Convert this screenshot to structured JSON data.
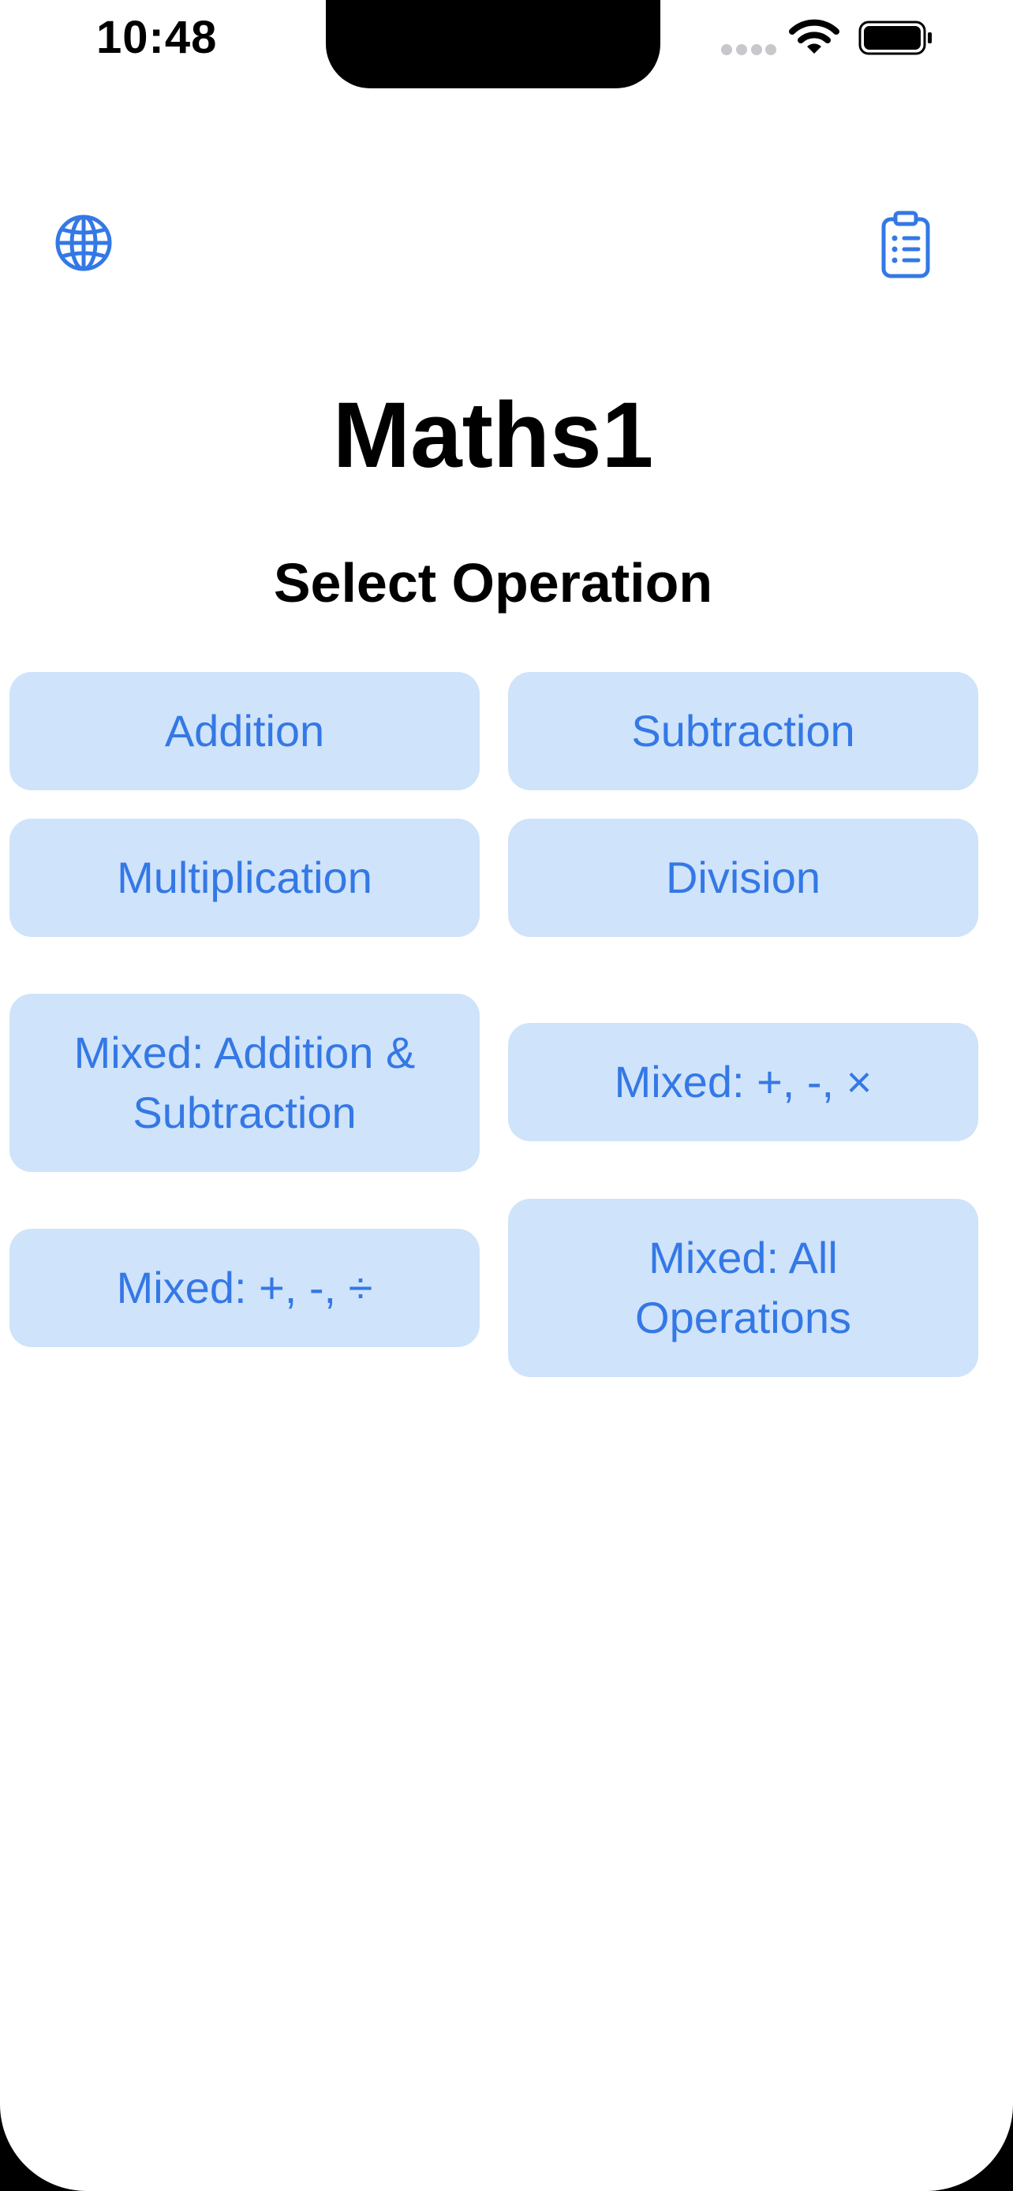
{
  "status_bar": {
    "time": "10:48"
  },
  "nav": {
    "language_icon": "globe-icon",
    "history_icon": "clipboard-list-icon"
  },
  "header": {
    "title": "Maths1",
    "subtitle": "Select Operation"
  },
  "operations": [
    {
      "label": "Addition"
    },
    {
      "label": "Subtraction"
    },
    {
      "label": "Multiplication"
    },
    {
      "label": "Division"
    },
    {
      "label": "Mixed: Addition & Subtraction"
    },
    {
      "label": "Mixed: +, -, ×"
    },
    {
      "label": "Mixed: +, -, ÷"
    },
    {
      "label": "Mixed: All Operations"
    }
  ],
  "colors": {
    "accent": "#3478e6",
    "button_background": "#cfe3fa",
    "background": "#ffffff",
    "text": "#000000"
  }
}
